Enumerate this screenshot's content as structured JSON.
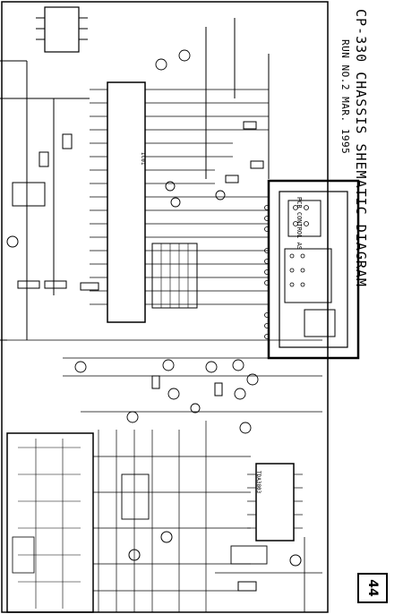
{
  "diagram": {
    "title": "CP-330 CHASSIS SHEMATIC DIAGRAM",
    "subtitle": "RUN NO.2  MAR. 1995",
    "page_number": "44",
    "pcb_label": "PCB CONTROL  AS",
    "main_ic_label": "IC01",
    "ic_label_2": "TDA3803",
    "line_color": "#000000",
    "background": "#ffffff"
  }
}
